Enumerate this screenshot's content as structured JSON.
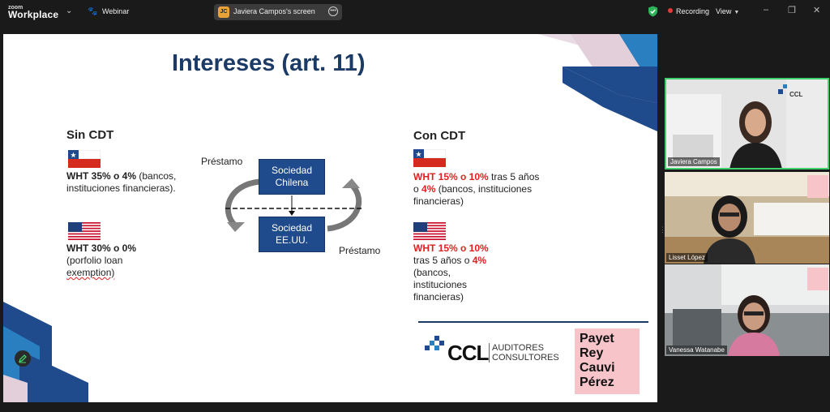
{
  "topbar": {
    "logo_line1": "zoom",
    "logo_line2": "Workplace",
    "webinar_label": "Webinar",
    "share_initials": "JC",
    "share_label": "Javiera Campos's screen",
    "recording_label": "Recording",
    "view_label": "View"
  },
  "slide": {
    "title": "Intereses (art. 11)",
    "left": {
      "heading": "Sin CDT",
      "chile_bold": "WHT 35% o 4%",
      "chile_rest": " (bancos,",
      "chile_line2": "instituciones financieras).",
      "usa_bold": "WHT 30% o 0%",
      "usa_line2": "(porfolio loan",
      "usa_line3": "exemption)"
    },
    "diagram": {
      "box_top_line1": "Sociedad",
      "box_top_line2": "Chilena",
      "box_bottom_line1": "Sociedad",
      "box_bottom_line2": "EE.UU.",
      "label_top": "Préstamo",
      "label_bottom": "Préstamo"
    },
    "right": {
      "heading": "Con CDT",
      "chile_red": "WHT 15% o 10%",
      "chile_rest": " tras 5 años",
      "chile_l2a": "o ",
      "chile_l2red": "4%",
      "chile_l2b": " (bancos, instituciones",
      "chile_l3": "financieras)",
      "usa_red": "WHT 15% o 10%",
      "usa_l2a": "tras 5 años o ",
      "usa_l2red": "4%",
      "usa_l3": "(bancos,",
      "usa_l4": "instituciones",
      "usa_l5": "financieras)"
    },
    "logos": {
      "ccl": "CCL",
      "ccl_sub1": "AUDITORES",
      "ccl_sub2": "CONSULTORES",
      "payet": [
        "Payet",
        "Rey",
        "Cauvi",
        "Pérez"
      ]
    }
  },
  "participants": [
    {
      "name": "Javiera Campos",
      "active": true
    },
    {
      "name": "Lisset López",
      "active": false
    },
    {
      "name": "Vanessa Watanabe",
      "active": false
    }
  ],
  "colors": {
    "accent_green": "#3fd16b",
    "slide_title": "#1c3a66",
    "box_blue": "#1f4a8c",
    "red_text": "#e02020",
    "payet_pink": "#f6c4c9"
  }
}
